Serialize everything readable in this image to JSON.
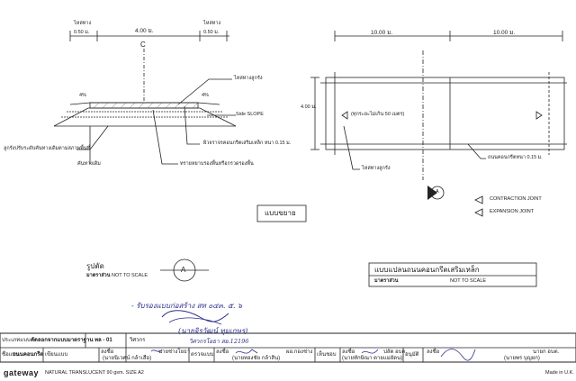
{
  "cross_section": {
    "shoulder_left": "ไหล่ทาง",
    "shoulder_left_width": "0.50 ม.",
    "lane_width": "4.00 ม.",
    "shoulder_right": "ไหล่ทาง",
    "shoulder_right_width": "0.50 ม.",
    "centerline": "C",
    "slope_left": "4%",
    "slope_right": "4%",
    "note_shoulder_aggregate": "ไหล่ทางลูกรัง",
    "note_side_slope": "Side SLOPE",
    "note_embankment": "ลูกรังปรับระดับคันทางเดิมตามสภาพพื้นที่",
    "note_existing_subgrade": "คันทางเดิม",
    "note_concrete": "ผิวจราจรคอนกรีตเสริมเหล็ก หนา 0.15 ม.",
    "note_sand_base": "ทรายหยาบรองพื้นหรือกรวดรองพื้น"
  },
  "plan_view": {
    "dim_left": "10.00 ม.",
    "dim_right": "10.00 ม.",
    "dim_width": "4.00 ม.",
    "note_joint_spacing": "(ทุกระยะไม่เกิน 50 เมตร)",
    "note_shoulder": "ไหล่ทางลูกรัง",
    "note_slab": "ถนนคอนกรีตหนา 0.15 ม.",
    "section_mark": "A"
  },
  "legend": {
    "contraction": "CONTRACTION   JOINT",
    "expansion": "EXPANSION   JOINT"
  },
  "stamp_expand": "แบบขยาย",
  "section_title": {
    "label": "รูปตัด",
    "scale_label": "มาตราส่วน",
    "scale_value": "NOT TO SCALE",
    "mark": "A"
  },
  "plan_title": {
    "label": "แบบแปลนถนนคอนกรีตเสริมเหล็ก",
    "scale_label": "มาตราส่วน",
    "scale_value": "NOT TO SCALE"
  },
  "certification": {
    "handwritten": "- รับรองแบบก่อสร้าง สท ๐๔๓. ๕. ๖",
    "engineer_name": "(นายจิรวัฒน์  ทุมเกษร)",
    "engineer_title": "วิศวกรโยธา สย.12196"
  },
  "title_block": {
    "row1_label": "ประเภทแบบ",
    "row1_value": "คัดลอกจากแบบมาตราฐาน  ทล - 01",
    "row1_engineer": "วิศวกร",
    "row2_project": "ชื่อแบบ",
    "row2_project_value": "ถนนคอนกรีต",
    "row2_drafter": "เขียนแบบ",
    "row2_drafter_sign": "ลงชื่อ",
    "row2_drafter_name": "นายช่างโยธา",
    "row2_drafter_person": "(นายนิเวศน์  กล้าเสือ)",
    "row2_checker": "ตรวจแบบ",
    "row2_checker_sign": "ลงชื่อ",
    "row2_checker_role": "ผอ.กองช่าง",
    "row2_checker_person": "(นายทองชัย  กล้าสิน)",
    "row2_approver": "เห็นชอบ",
    "row2_approver_sign": "ลงชื่อ",
    "row2_approver_role": "ปลัด อบต.",
    "row2_approver_person": "(นายทักษิณา  ดายแม่ยัดน)",
    "row2_approved": "อนุมัติ",
    "row2_approved_sign": "ลงชื่อ",
    "row2_approved_role": "นายก อบต.",
    "row2_approved_person": "(นายพร  บุญยก)"
  },
  "footer": {
    "brand": "gateway",
    "paper": "NATURAL TRANSLUCENT 90 gsm. SIZE A2",
    "made_in": "Made in U.K."
  }
}
